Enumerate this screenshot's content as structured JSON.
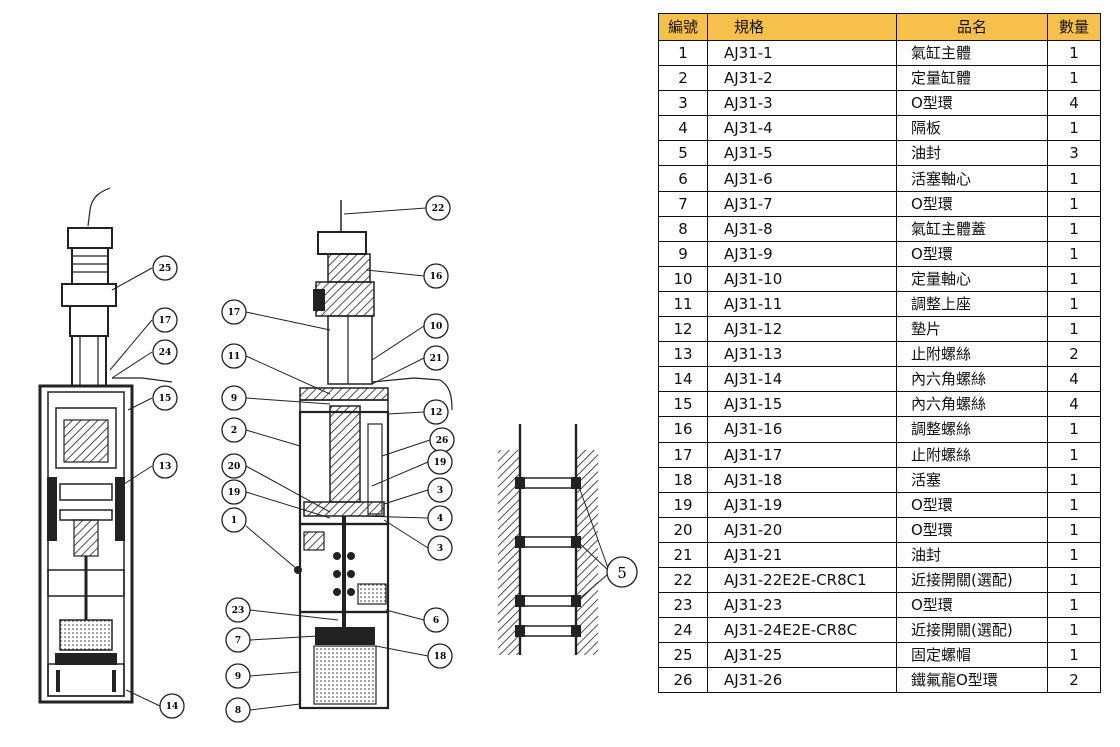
{
  "table": {
    "headers": [
      "編號",
      "規格",
      "品名",
      "數量"
    ],
    "rows": [
      {
        "no": "1",
        "spec": "AJ31-1",
        "name": "氣缸主體",
        "qty": "1"
      },
      {
        "no": "2",
        "spec": "AJ31-2",
        "name": "定量缸體",
        "qty": "1"
      },
      {
        "no": "3",
        "spec": "AJ31-3",
        "name": "O型環",
        "qty": "4"
      },
      {
        "no": "4",
        "spec": "AJ31-4",
        "name": "隔板",
        "qty": "1"
      },
      {
        "no": "5",
        "spec": "AJ31-5",
        "name": "油封",
        "qty": "3"
      },
      {
        "no": "6",
        "spec": "AJ31-6",
        "name": "活塞軸心",
        "qty": "1"
      },
      {
        "no": "7",
        "spec": "AJ31-7",
        "name": "O型環",
        "qty": "1"
      },
      {
        "no": "8",
        "spec": "AJ31-8",
        "name": "氣缸主體蓋",
        "qty": "1"
      },
      {
        "no": "9",
        "spec": "AJ31-9",
        "name": "O型環",
        "qty": "1"
      },
      {
        "no": "10",
        "spec": "AJ31-10",
        "name": "定量軸心",
        "qty": "1"
      },
      {
        "no": "11",
        "spec": "AJ31-11",
        "name": "調整上座",
        "qty": "1"
      },
      {
        "no": "12",
        "spec": "AJ31-12",
        "name": "墊片",
        "qty": "1"
      },
      {
        "no": "13",
        "spec": "AJ31-13",
        "name": "止附螺絲",
        "qty": "2"
      },
      {
        "no": "14",
        "spec": "AJ31-14",
        "name": "內六角螺絲",
        "qty": "4"
      },
      {
        "no": "15",
        "spec": "AJ31-15",
        "name": "內六角螺絲",
        "qty": "4"
      },
      {
        "no": "16",
        "spec": "AJ31-16",
        "name": "調整螺絲",
        "qty": "1"
      },
      {
        "no": "17",
        "spec": "AJ31-17",
        "name": "止附螺絲",
        "qty": "1"
      },
      {
        "no": "18",
        "spec": "AJ31-18",
        "name": "活塞",
        "qty": "1"
      },
      {
        "no": "19",
        "spec": "AJ31-19",
        "name": "O型環",
        "qty": "1"
      },
      {
        "no": "20",
        "spec": "AJ31-20",
        "name": "O型環",
        "qty": "1"
      },
      {
        "no": "21",
        "spec": "AJ31-21",
        "name": "油封",
        "qty": "1"
      },
      {
        "no": "22",
        "spec": "AJ31-22E2E-CR8C1",
        "name": "近接開關(選配)",
        "qty": "1"
      },
      {
        "no": "23",
        "spec": "AJ31-23",
        "name": "O型環",
        "qty": "1"
      },
      {
        "no": "24",
        "spec": "AJ31-24E2E-CR8C",
        "name": "近接開關(選配)",
        "qty": "1"
      },
      {
        "no": "25",
        "spec": "AJ31-25",
        "name": "固定螺帽",
        "qty": "1"
      },
      {
        "no": "26",
        "spec": "AJ31-26",
        "name": "鐵氟龍O型環",
        "qty": "2"
      }
    ]
  },
  "diagram": {
    "left_callouts": [
      "25",
      "17",
      "24",
      "15",
      "13",
      "14"
    ],
    "middle_callouts": [
      "22",
      "16",
      "17",
      "10",
      "11",
      "21",
      "9",
      "12",
      "2",
      "26",
      "19",
      "20",
      "19",
      "3",
      "4",
      "1",
      "3",
      "23",
      "6",
      "7",
      "18",
      "9",
      "8"
    ],
    "detail_callouts": [
      "5"
    ]
  }
}
